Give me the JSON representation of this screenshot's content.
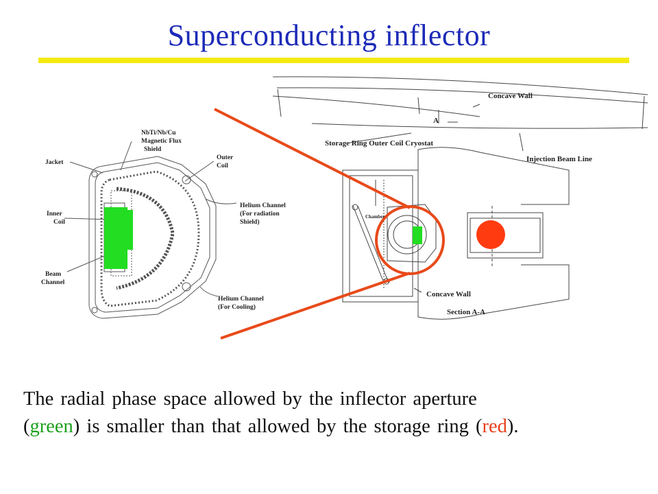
{
  "title": "Superconducting inflector",
  "colors": {
    "title": "#1d2ab8",
    "rule": "#f4ea10",
    "green": "#1ea01e",
    "red": "#e8401c",
    "aperture_green": "#22dd22",
    "ring_red": "#ff3b0f",
    "callout": "#e84a1a"
  },
  "left_labels": {
    "shield_1": "NbTi/Nb/Cu",
    "shield_2": "Magnetic Flux",
    "shield_3": "Shield",
    "jacket": "Jacket",
    "outer_1": "Outer",
    "outer_2": "Coil",
    "inner_1": "Inner",
    "inner_2": "Coil",
    "helium_rad_1": "Helium Channel",
    "helium_rad_2": "(For radiation",
    "helium_rad_3": "Shield)",
    "beam_1": "Beam",
    "beam_2": "Channel",
    "helium_cool_1": "Helium Channel",
    "helium_cool_2": "(For Cooling)"
  },
  "right_labels": {
    "concave_top": "Concave Wall",
    "a_marker": "A",
    "cryostat": "Storage Ring Outer Coil Cryostat",
    "injection": "Injection Beam Line",
    "chamber": "Chamber",
    "concave_bottom": "Concave Wall",
    "section": "Section A-A"
  },
  "caption": {
    "line1": "The radial phase space allowed by the inflector aperture",
    "l2_open": "(",
    "l2_green": "green",
    "l2_mid": ") is smaller than that allowed by the storage ring (",
    "l2_red": "red",
    "l2_close": ")."
  }
}
